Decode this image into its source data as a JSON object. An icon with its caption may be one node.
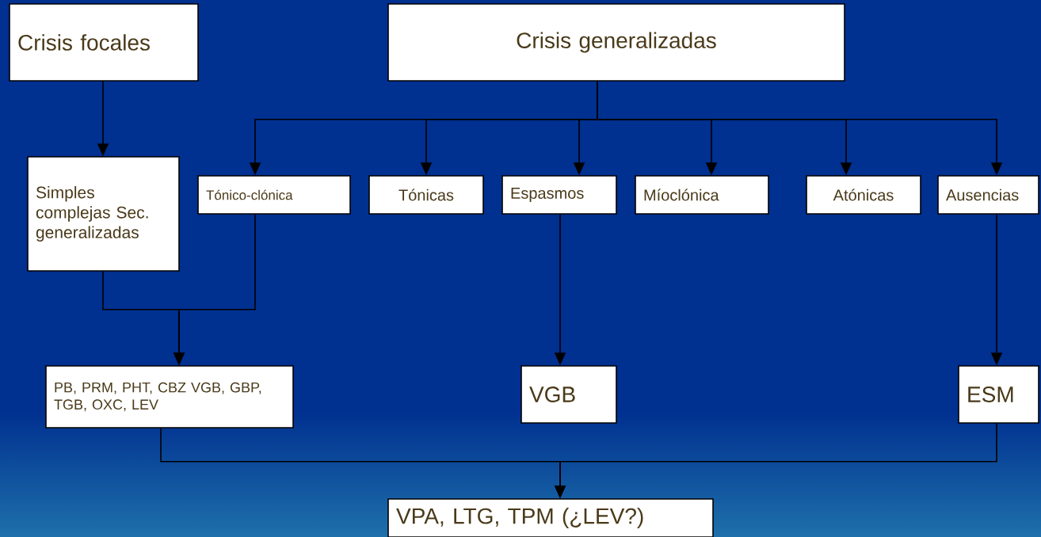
{
  "diagram": {
    "nodes": [
      {
        "text": [
          "Crisis focales"
        ]
      },
      {
        "text": [
          "Crisis generalizadas"
        ]
      },
      {
        "text": [
          "Simples complejas Sec. generalizadas"
        ]
      },
      {
        "text": [
          "Tónico-clónica"
        ]
      },
      {
        "text": [
          "Tónicas"
        ]
      },
      {
        "text": [
          "Espasmos"
        ]
      },
      {
        "text": [
          "Míoclónica"
        ]
      },
      {
        "text": [
          "Atónicas"
        ]
      },
      {
        "text": [
          "Ausencias"
        ]
      },
      {
        "text": [
          "PB, PRM, PHT, CBZ VGB, GBP, TGB, OXC, LEV"
        ]
      },
      {
        "text": [
          "VGB"
        ]
      },
      {
        "text": [
          "ESM"
        ]
      },
      {
        "text": [
          "VPA, LTG, TPM (¿LEV?)"
        ]
      }
    ],
    "edges": [
      {
        "from": 0,
        "to": 2,
        "arrow": "to"
      },
      {
        "from": 1,
        "to": 3,
        "arrow": "to"
      },
      {
        "from": 1,
        "to": 4,
        "arrow": "to"
      },
      {
        "from": 1,
        "to": 5,
        "arrow": "to"
      },
      {
        "from": 1,
        "to": 6,
        "arrow": "to"
      },
      {
        "from": 1,
        "to": 7,
        "arrow": "to"
      },
      {
        "from": 1,
        "to": 8,
        "arrow": "to"
      },
      {
        "from": 2,
        "to": 9,
        "arrow": "to"
      },
      {
        "from": 3,
        "to": 9,
        "arrow": "to"
      },
      {
        "from": 5,
        "to": 10,
        "arrow": "to"
      },
      {
        "from": 8,
        "to": 11,
        "arrow": "to"
      },
      {
        "from": 9,
        "to": 12,
        "arrow": "to"
      },
      {
        "from": 11,
        "to": 12,
        "arrow": "to"
      }
    ]
  }
}
